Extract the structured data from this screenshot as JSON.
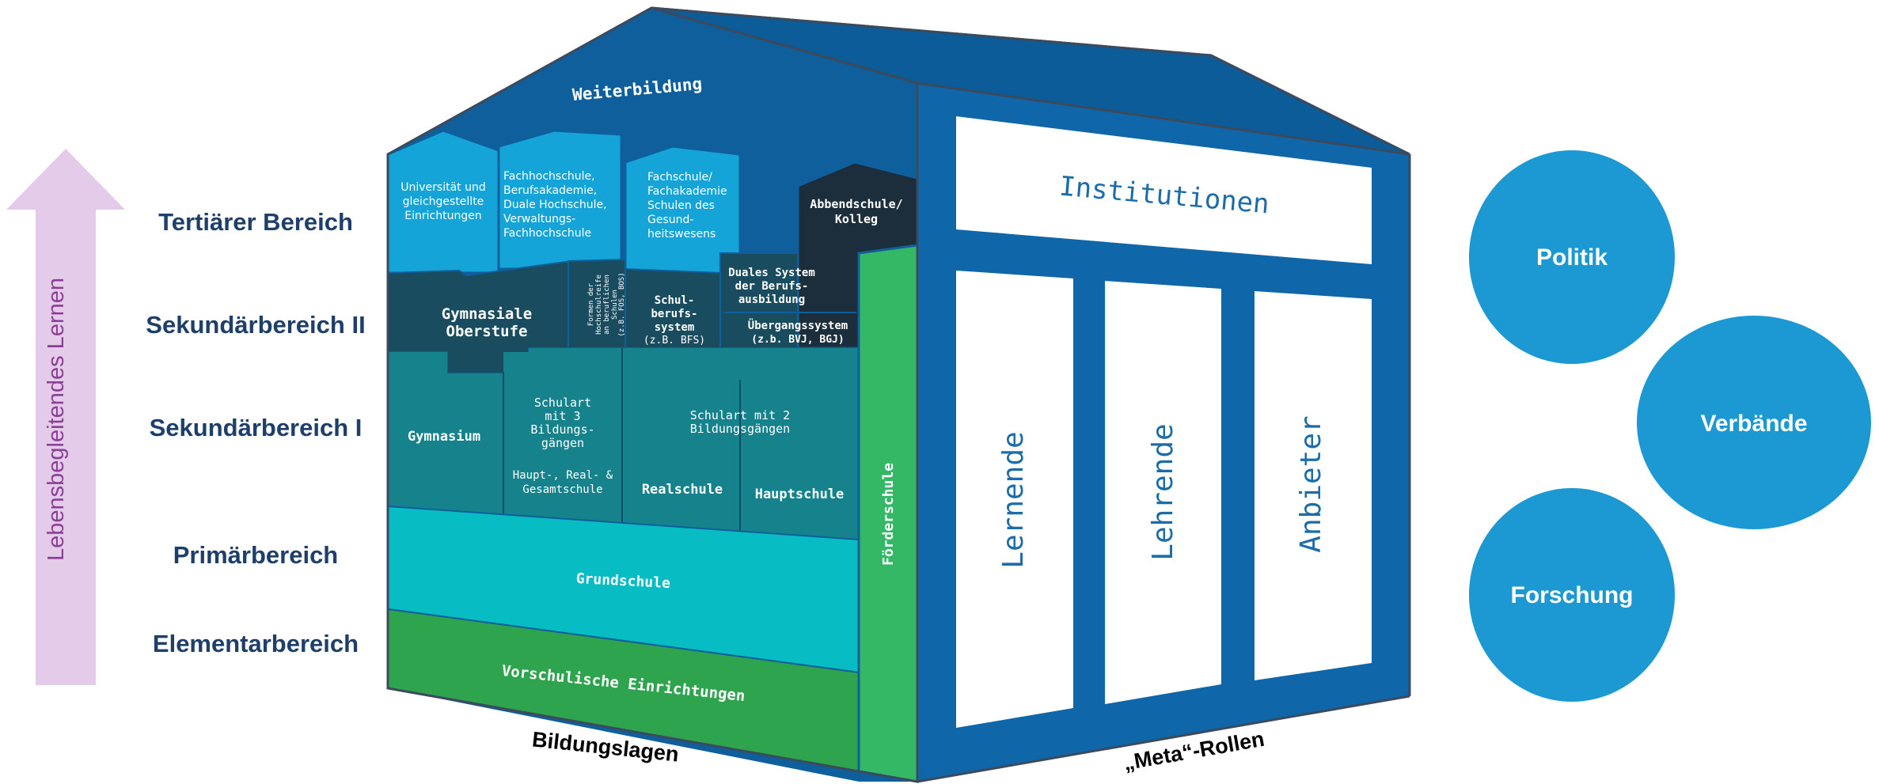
{
  "arrow": {
    "label": "Lebensbegleitendes Lernen"
  },
  "levels": {
    "tertiaer": "Tertiärer Bereich",
    "sek2": "Sekundärbereich II",
    "sek1": "Sekundärbereich I",
    "primar": "Primärbereich",
    "elementar": "Elementarbereich"
  },
  "house": {
    "weiterbildung": "Weiterbildung",
    "universitaet": [
      "Universität und",
      "gleichgestellte",
      "Einrichtungen"
    ],
    "fachhochschule": [
      "Fachhochschule,",
      "Berufsakademie,",
      "Duale Hochschule,",
      "Verwaltungs-",
      "Fachhochschule"
    ],
    "fachschule": [
      "Fachschule/",
      "Fachakademie",
      "Schulen des",
      "Gesund-",
      "heitswesens"
    ],
    "abendschule": [
      "Abbendschule/",
      "Kolleg"
    ],
    "gymnasiale_oberstufe": [
      "Gymnasiale",
      "Oberstufe"
    ],
    "vertical_small": [
      "Formen der",
      "Hochschulreife",
      "an beruflichen",
      "Schulen",
      "(z.B. FOS, BOS)"
    ],
    "schulberufssystem": [
      "Schul-",
      "berufs-",
      "system",
      "(z.B. BFS)"
    ],
    "duales_system": [
      "Duales System",
      "der Berufs-",
      "ausbildung"
    ],
    "uebergangssystem": [
      "Übergangssystem",
      "(z.b. BVJ, BGJ)"
    ],
    "gymnasium": "Gymnasium",
    "schulart3": [
      "Schulart",
      "mit 3",
      "Bildungs-",
      "gängen"
    ],
    "haupt_real": [
      "Haupt-, Real- &",
      "Gesamtschule"
    ],
    "schulart2": [
      "Schulart mit 2",
      "Bildungsgängen"
    ],
    "realschule": "Realschule",
    "hauptschule": "Hauptschule",
    "grundschule": "Grundschule",
    "vorschulisch": "Vorschulische Einrichtungen",
    "foerderschule": "Förderschule",
    "bottom_label": "Bildungslagen"
  },
  "meta": {
    "institutionen": "Institutionen",
    "columns": [
      "Lernende",
      "Lehrende",
      "Anbieter"
    ],
    "bottom_label": "„Meta“-Rollen"
  },
  "circles": [
    "Politik",
    "Verbände",
    "Forschung"
  ],
  "colors": {
    "roof": "#0e5f9c",
    "tertiary": "#14a4d8",
    "dark_teal": "#1a4c5f",
    "teal": "#15828c",
    "cyan": "#07bcc2",
    "green": "#2fa44f",
    "meta_blue": "#0f66a8",
    "circle": "#1c98d2",
    "arrow": "#e4cbe9",
    "level_text": "#1f3f6b"
  }
}
